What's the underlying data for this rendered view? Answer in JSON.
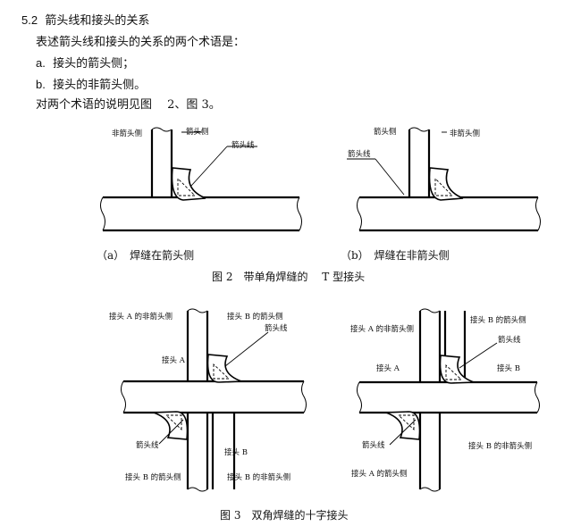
{
  "section": {
    "number": "5.2",
    "title": "箭头线和接头的关系",
    "intro": "表述箭头线和接头的关系的两个术语是：",
    "items": [
      {
        "marker": "a.",
        "text": "接头的箭头侧；"
      },
      {
        "marker": "b.",
        "text": "接头的非箭头侧。"
      }
    ],
    "refer": "对两个术语的说明见图　 2、图 3。"
  },
  "figure2": {
    "a": {
      "label_non_arrow_side": "非箭头侧",
      "label_arrow_side": "箭头侧",
      "label_arrow_line": "箭头线",
      "caption": "（a）　焊缝在箭头侧"
    },
    "b": {
      "label_arrow_side": "箭头侧",
      "label_non_arrow_side": "非箭头侧",
      "label_arrow_line": "箭头线",
      "caption": "（b）　焊缝在非箭头侧"
    },
    "caption": "图 2　带单角焊缝的　 T 型接头"
  },
  "figure3": {
    "left": {
      "joint_a_non_arrow": "接头 A 的非箭头侧",
      "joint_b_arrow_top": "接头 B 的箭头侧",
      "arrow_line_top": "箭头线",
      "joint_a": "接头 A",
      "arrow_line_bottom": "箭头线",
      "joint_b": "接头 B",
      "joint_b_arrow_bottom": "接头 B 的箭头侧",
      "joint_b_non_arrow": "接头 B 的非箭头侧"
    },
    "right": {
      "joint_a_non_arrow": "接头 A 的非箭头侧",
      "joint_b_arrow": "接头 B 的箭头侧",
      "arrow_line_top": "箭头线",
      "joint_a": "接头 A",
      "joint_b": "接头 B",
      "arrow_line_bottom": "箭头线",
      "joint_b_non_arrow": "接头 B 的非箭头侧",
      "joint_a_arrow": "接头 A 的箭头侧"
    },
    "caption": "图 3　双角焊缝的十字接头"
  }
}
